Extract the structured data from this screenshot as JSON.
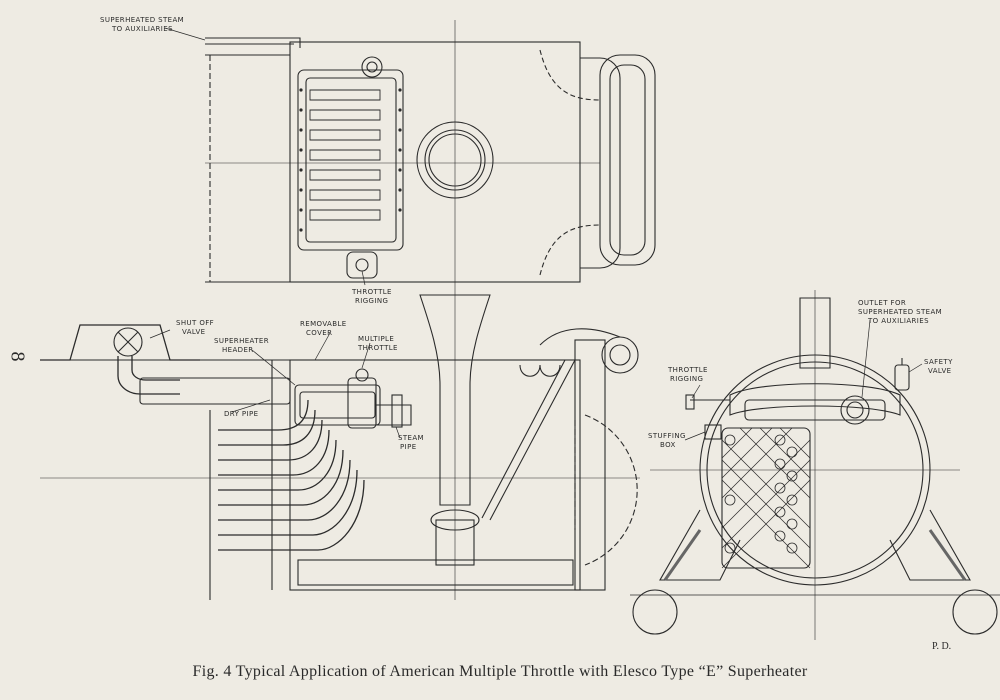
{
  "caption": "Fig. 4 Typical Application of American Multiple Throttle with Elesco Type “E” Superheater",
  "page_number": "8",
  "initials": "P. D.",
  "labels": {
    "superheated_steam_line1": "SUPERHEATED STEAM",
    "superheated_steam_line2": "TO AUXILIARIES",
    "throttle_rigging_top_line1": "THROTTLE",
    "throttle_rigging_top_line2": "RIGGING",
    "shut_off_valve_line1": "SHUT OFF",
    "shut_off_valve_line2": "VALVE",
    "superheater_header_line1": "SUPERHEATER",
    "superheater_header_line2": "HEADER",
    "removable_cover_line1": "REMOVABLE",
    "removable_cover_line2": "COVER",
    "multiple_throttle_line1": "MULTIPLE",
    "multiple_throttle_line2": "THROTTLE",
    "dry_pipe": "DRY PIPE",
    "steam_pipe_line1": "STEAM",
    "steam_pipe_line2": "PIPE",
    "outlet_line1": "OUTLET FOR",
    "outlet_line2": "SUPERHEATED STEAM",
    "outlet_line3": "TO AUXILIARIES",
    "safety_valve_line1": "SAFETY",
    "safety_valve_line2": "VALVE",
    "throttle_rigging_right_line1": "THROTTLE",
    "throttle_rigging_right_line2": "RIGGING",
    "stuffing_box_line1": "STUFFING",
    "stuffing_box_line2": "BOX"
  }
}
